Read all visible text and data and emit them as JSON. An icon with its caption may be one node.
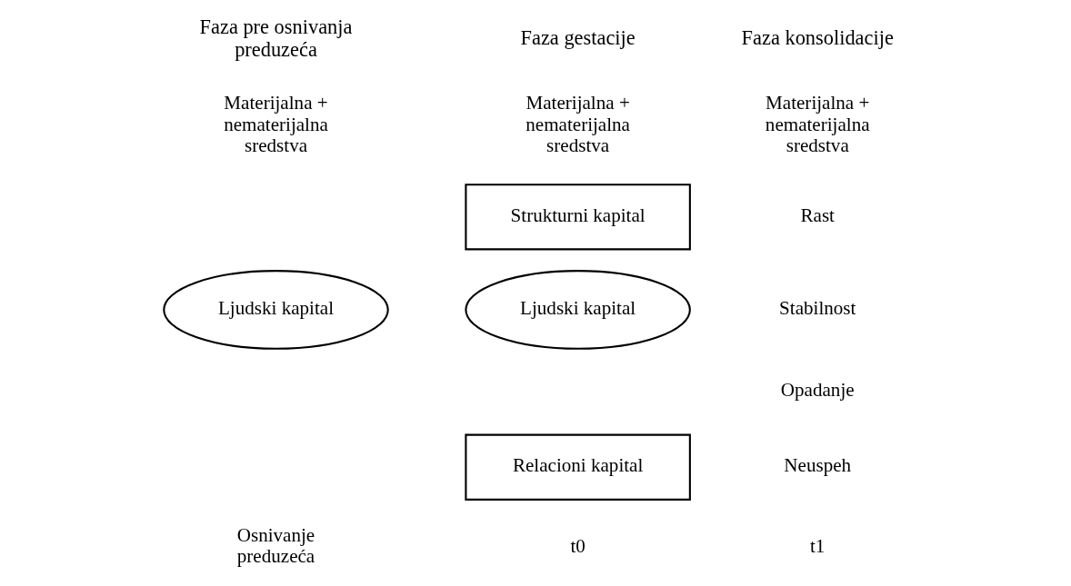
{
  "diagram": {
    "nodes": [
      {
        "text": [
          "Ljudski kapital"
        ]
      },
      {
        "text": [
          "Strukturni kapital"
        ]
      },
      {
        "text": [
          "Ljudski kapital"
        ]
      },
      {
        "text": [
          "Relacioni kapital"
        ]
      }
    ],
    "labels": [
      "Faza pre osnivanja preduzeća",
      "Faza gestacije",
      "Faza konsolidacije",
      "Materijalna + nematerijalna sredstva",
      "Materijalna + nematerijalna sredstva",
      "Materijalna + nematerijalna sredstva",
      "Rast",
      "Stabilnost",
      "Opadanje",
      "Neuspeh",
      "Osnivanje preduzeća",
      "t0",
      "t1"
    ]
  }
}
